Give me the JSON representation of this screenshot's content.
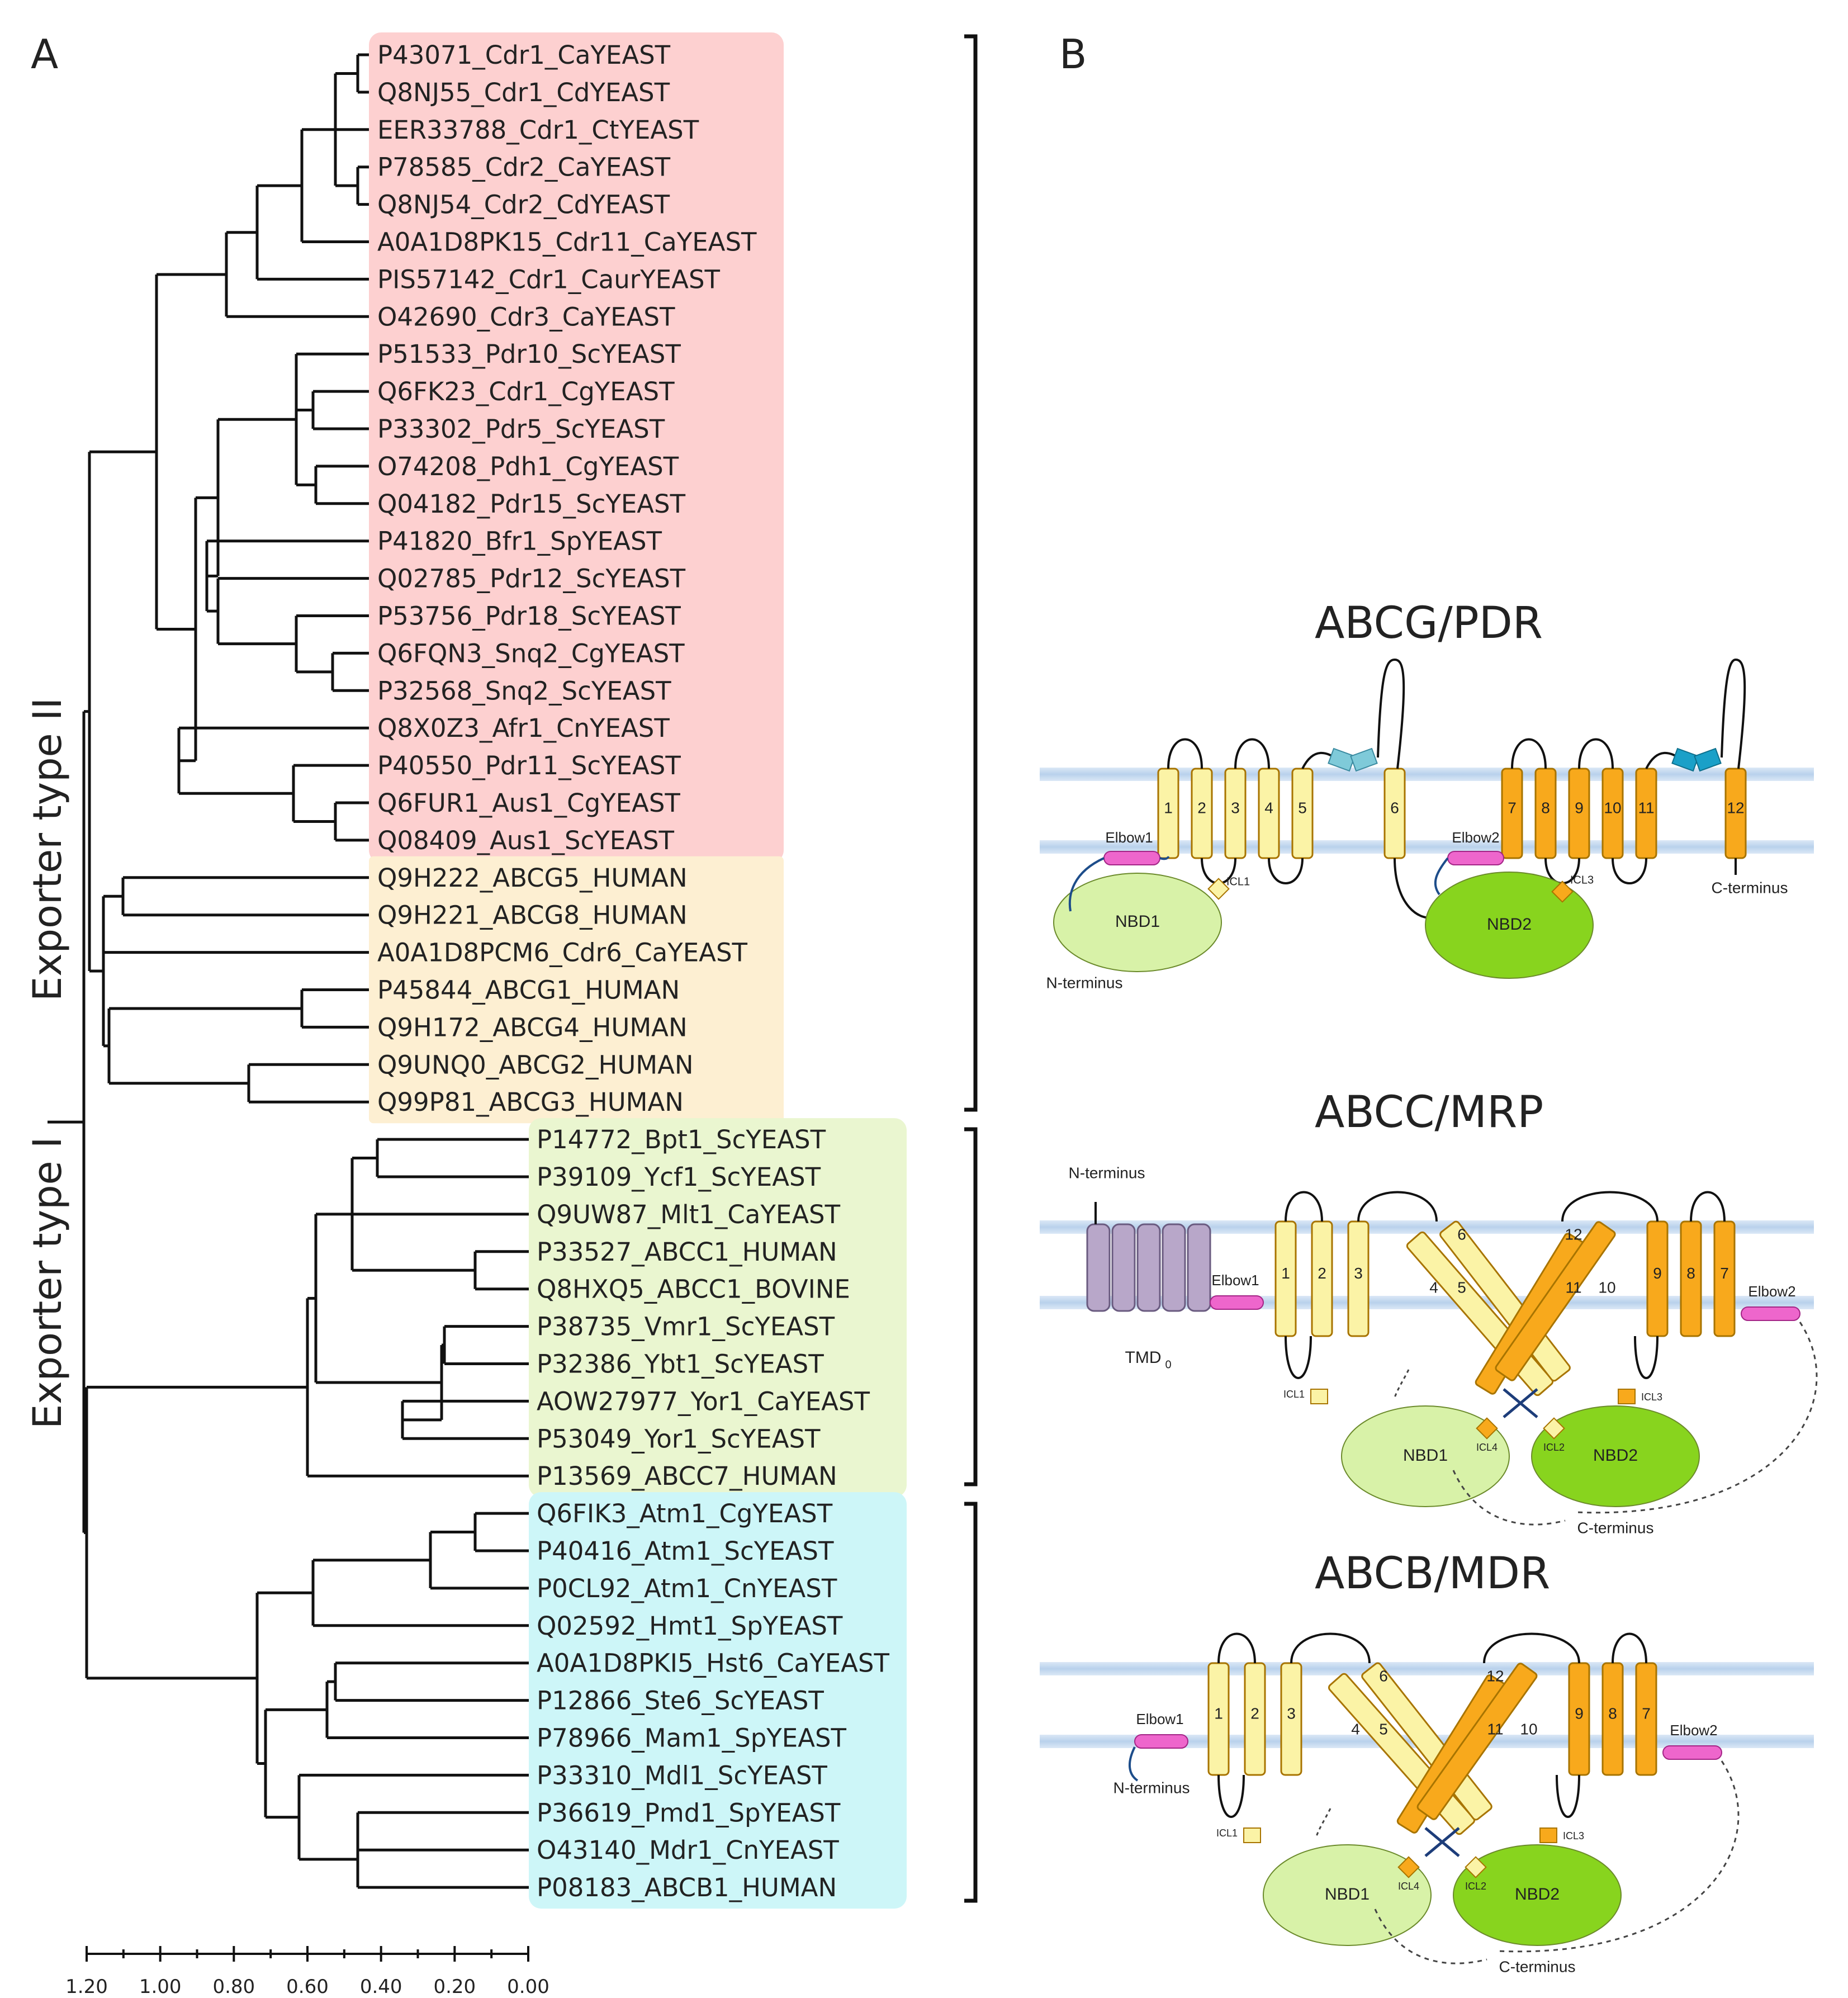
{
  "panels": {
    "a": "A",
    "b": "B"
  },
  "tree": {
    "leaves": [
      "P43071_Cdr1_CaYEAST",
      "Q8NJ55_Cdr1_CdYEAST",
      "EER33788_Cdr1_CtYEAST",
      "P78585_Cdr2_CaYEAST",
      "Q8NJ54_Cdr2_CdYEAST",
      "A0A1D8PK15_Cdr11_CaYEAST",
      "PIS57142_Cdr1_CaurYEAST",
      "O42690_Cdr3_CaYEAST",
      "P51533_Pdr10_ScYEAST",
      "Q6FK23_Cdr1_CgYEAST",
      "P33302_Pdr5_ScYEAST",
      "O74208_Pdh1_CgYEAST",
      "Q04182_Pdr15_ScYEAST",
      "P41820_Bfr1_SpYEAST",
      "Q02785_Pdr12_ScYEAST",
      "P53756_Pdr18_ScYEAST",
      "Q6FQN3_Snq2_CgYEAST",
      "P32568_Snq2_ScYEAST",
      "Q8X0Z3_Afr1_CnYEAST",
      "P40550_Pdr11_ScYEAST",
      "Q6FUR1_Aus1_CgYEAST",
      "Q08409_Aus1_ScYEAST",
      "Q9H222_ABCG5_HUMAN",
      "Q9H221_ABCG8_HUMAN",
      "A0A1D8PCM6_Cdr6_CaYEAST",
      "P45844_ABCG1_HUMAN",
      "Q9H172_ABCG4_HUMAN",
      "Q9UNQ0_ABCG2_HUMAN",
      "Q99P81_ABCG3_HUMAN",
      "P14772_Bpt1_ScYEAST",
      "P39109_Ycf1_ScYEAST",
      "Q9UW87_Mlt1_CaYEAST",
      "P33527_ABCC1_HUMAN",
      "Q8HXQ5_ABCC1_BOVINE",
      "P38735_Vmr1_ScYEAST",
      "P32386_Ybt1_ScYEAST",
      "AOW27977_Yor1_CaYEAST",
      "P53049_Yor1_ScYEAST",
      "P13569_ABCC7_HUMAN",
      "Q6FIK3_Atm1_CgYEAST",
      "P40416_Atm1_ScYEAST",
      "P0CL92_Atm1_CnYEAST",
      "Q02592_Hmt1_SpYEAST",
      "A0A1D8PKI5_Hst6_CaYEAST",
      "P12866_Ste6_ScYEAST",
      "P78966_Mam1_SpYEAST",
      "P33310_Mdl1_ScYEAST",
      "P36619_Pmd1_SpYEAST",
      "O43140_Mdr1_CnYEAST",
      "P08183_ABCB1_HUMAN"
    ],
    "groups": [
      "Exporter type II",
      "Exporter type I"
    ],
    "scale_ticks": [
      "1.20",
      "1.00",
      "0.80",
      "0.60",
      "0.40",
      "0.20",
      "0.00"
    ],
    "colors": {
      "pdr": "#fdd0d0",
      "abcg": "#fdefd2",
      "mrp": "#eaf6d0",
      "mdr": "#cdf6f8"
    }
  },
  "diagrams": {
    "pdr": {
      "title": "ABCG/PDR",
      "helices_tmd1": [
        "1",
        "2",
        "3",
        "4",
        "5"
      ],
      "helix6": "6",
      "helices_tmd2": [
        "7",
        "8",
        "9",
        "10",
        "11"
      ],
      "helix12": "12",
      "elbow1": "Elbow1",
      "elbow2": "Elbow2",
      "icl1": "ICL1",
      "icl3": "ICL3",
      "nbd1": "NBD1",
      "nbd2": "NBD2",
      "n_term": "N-terminus",
      "c_term": "C-terminus"
    },
    "mrp": {
      "title": "ABCC/MRP",
      "n_term": "N-terminus",
      "tmd0": "TMD",
      "tmd0_sub": "0",
      "helices_left": [
        "1",
        "2",
        "3"
      ],
      "tilted_left": [
        "4",
        "5",
        "6"
      ],
      "tilted_right": [
        "12",
        "11",
        "10"
      ],
      "helices_right": [
        "9",
        "8",
        "7"
      ],
      "elbow1": "Elbow1",
      "elbow2": "Elbow2",
      "icl1": "ICL1",
      "icl2": "ICL2",
      "icl3": "ICL3",
      "icl4": "ICL4",
      "nbd1": "NBD1",
      "nbd2": "NBD2",
      "c_term": "C-terminus"
    },
    "mdr": {
      "title": "ABCB/MDR",
      "helices_left": [
        "1",
        "2",
        "3"
      ],
      "tilted_left": [
        "4",
        "5",
        "6"
      ],
      "tilted_right": [
        "12",
        "11",
        "10"
      ],
      "helices_right": [
        "9",
        "8",
        "7"
      ],
      "elbow1": "Elbow1",
      "elbow2": "Elbow2",
      "icl1": "ICL1",
      "icl2": "ICL2",
      "icl3": "ICL3",
      "icl4": "ICL4",
      "nbd1": "NBD1",
      "nbd2": "NBD2",
      "n_term": "N-terminus",
      "c_term": "C-terminus"
    }
  }
}
